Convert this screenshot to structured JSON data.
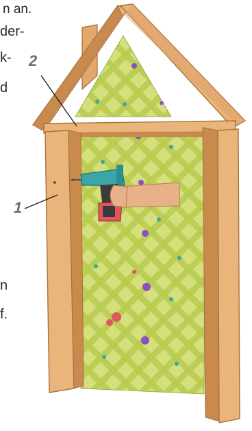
{
  "text_fragments": [
    "n an.",
    "der-",
    "k-",
    "d",
    "n",
    "f."
  ],
  "callouts": [
    "1",
    "2"
  ],
  "colors": {
    "wood": "#e9b57a",
    "wood_shade": "#c98a4d",
    "wood_dark": "#a9713d",
    "trellis": "#c9d96a",
    "trellis_light": "#e6ef9e",
    "drill": "#3aa6a8",
    "drill_grip": "#3b3b3b",
    "flower_purple": "#8a4fc2",
    "flower_red": "#e0565f",
    "skin": "#e8b188"
  },
  "illustration": {
    "subject": "wooden garden frame with gabled roof and trellis panel, hand drilling screw",
    "icons": [
      "drill-icon",
      "hand-icon"
    ]
  }
}
